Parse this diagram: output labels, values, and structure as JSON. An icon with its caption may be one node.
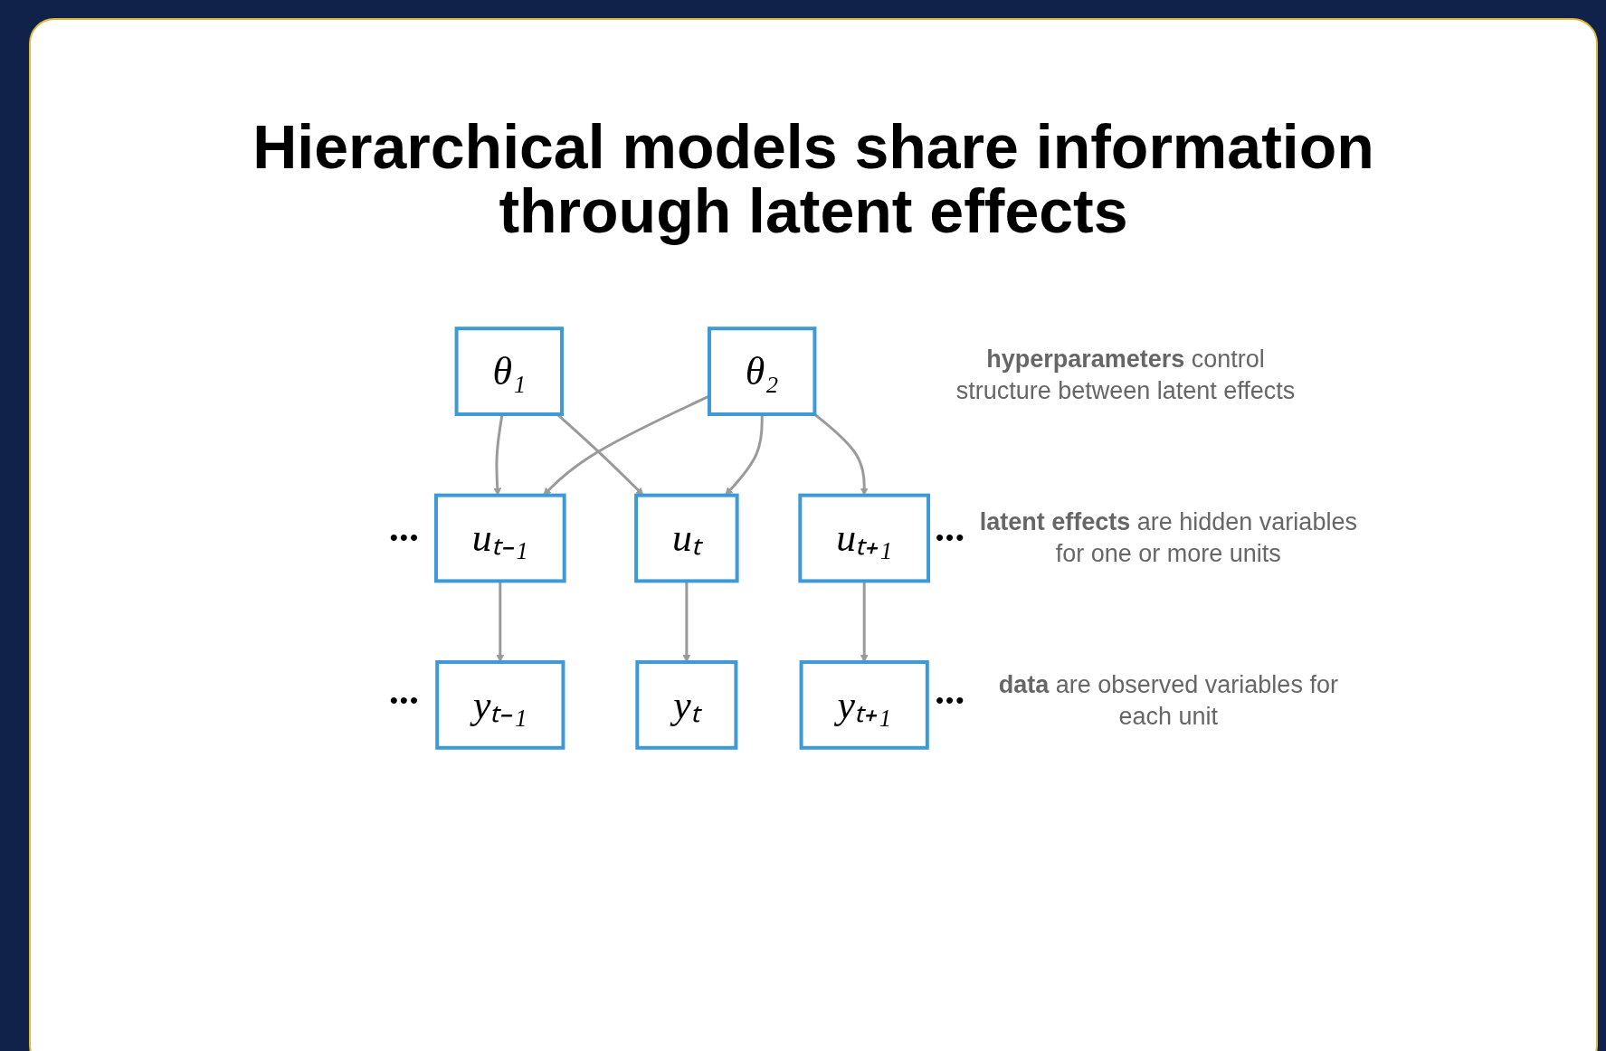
{
  "diagram": {
    "title": "Hierarchical models share information through latent effects",
    "nodes": [
      {
        "text": [
          "θ₁"
        ]
      },
      {
        "text": [
          "θ₂"
        ]
      },
      {
        "text": [
          "uₜ₋₁"
        ]
      },
      {
        "text": [
          "uₜ"
        ]
      },
      {
        "text": [
          "uₜ₊₁"
        ]
      },
      {
        "text": [
          "yₜ₋₁"
        ]
      },
      {
        "text": [
          "yₜ"
        ]
      },
      {
        "text": [
          "yₜ₊₁"
        ]
      }
    ],
    "edges": [
      {
        "from": 0,
        "to": 2,
        "arrow": "to"
      },
      {
        "from": 0,
        "to": 3,
        "arrow": "to"
      },
      {
        "from": 1,
        "to": 2,
        "arrow": "to"
      },
      {
        "from": 1,
        "to": 3,
        "arrow": "to"
      },
      {
        "from": 1,
        "to": 4,
        "arrow": "to"
      },
      {
        "from": 2,
        "to": 5,
        "arrow": "to"
      },
      {
        "from": 3,
        "to": 6,
        "arrow": "to"
      },
      {
        "from": 4,
        "to": 7,
        "arrow": "to"
      }
    ],
    "labels": [
      "**hyperparameters** control structure between latent effects",
      "•••",
      "•••",
      "**latent effects** are hidden variables for one or more units",
      "•••",
      "•••",
      "**data** are observed variables for each unit"
    ]
  }
}
